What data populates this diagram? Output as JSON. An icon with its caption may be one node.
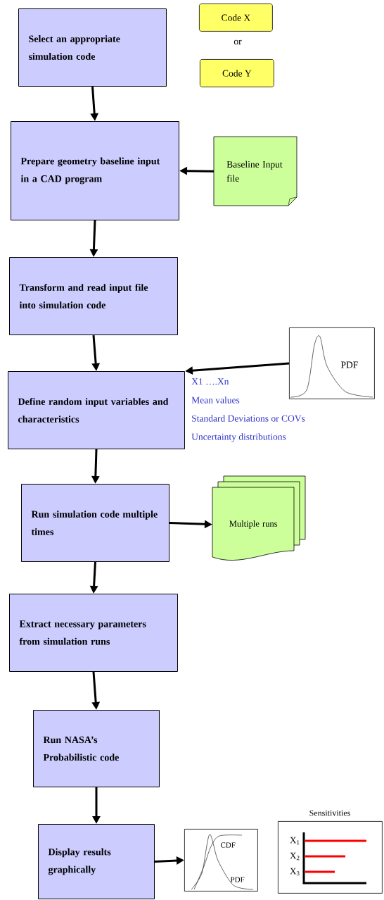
{
  "diagram": {
    "nodes": [
      {
        "text": [
          "Select an appropriate simulation code"
        ]
      },
      {
        "text": [
          "Code X"
        ]
      },
      {
        "text": [
          "Code Y"
        ]
      },
      {
        "text": [
          "Prepare geometry baseline input in a CAD program"
        ]
      },
      {
        "text": [
          "Baseline Input file"
        ]
      },
      {
        "text": [
          "Transform and read input file into simulation code"
        ]
      },
      {
        "text": [
          "PDF"
        ]
      },
      {
        "text": [
          "Define random input variables and characteristics"
        ],
        "beside": [
          "X1 ….Xn",
          "Mean values",
          "Standard Deviations or COVs",
          "Uncertainty distributions"
        ]
      },
      {
        "text": [
          "Run simulation code multiple times"
        ]
      },
      {
        "text": [
          "Multiple runs"
        ]
      },
      {
        "text": [
          "Extract necessary parameters from simulation runs"
        ]
      },
      {
        "text": [
          "Run NASA’s Probabilistic code"
        ]
      },
      {
        "text": [
          "Display results graphically"
        ]
      },
      {
        "text": [
          "CDF",
          "PDF"
        ]
      },
      {
        "text": [
          "Sensitivities",
          "X$_{1}$",
          "X$_{2}$",
          "X$_{3}$"
        ]
      }
    ],
    "edges": [
      {
        "from": 0,
        "to": 3,
        "arrow": "to"
      },
      {
        "from": 4,
        "to": 3,
        "arrow": "to"
      },
      {
        "from": 3,
        "to": 5,
        "arrow": "to"
      },
      {
        "from": 5,
        "to": 7,
        "arrow": "to"
      },
      {
        "from": 6,
        "to": 7,
        "arrow": "to"
      },
      {
        "from": 7,
        "to": 8,
        "arrow": "to"
      },
      {
        "from": 8,
        "to": 9,
        "arrow": "to"
      },
      {
        "from": 8,
        "to": 10,
        "arrow": "to"
      },
      {
        "from": 10,
        "to": 11,
        "arrow": "to"
      },
      {
        "from": 11,
        "to": 12,
        "arrow": "to"
      },
      {
        "from": 12,
        "to": 13,
        "arrow": "to"
      }
    ],
    "labels": [
      "or"
    ]
  }
}
